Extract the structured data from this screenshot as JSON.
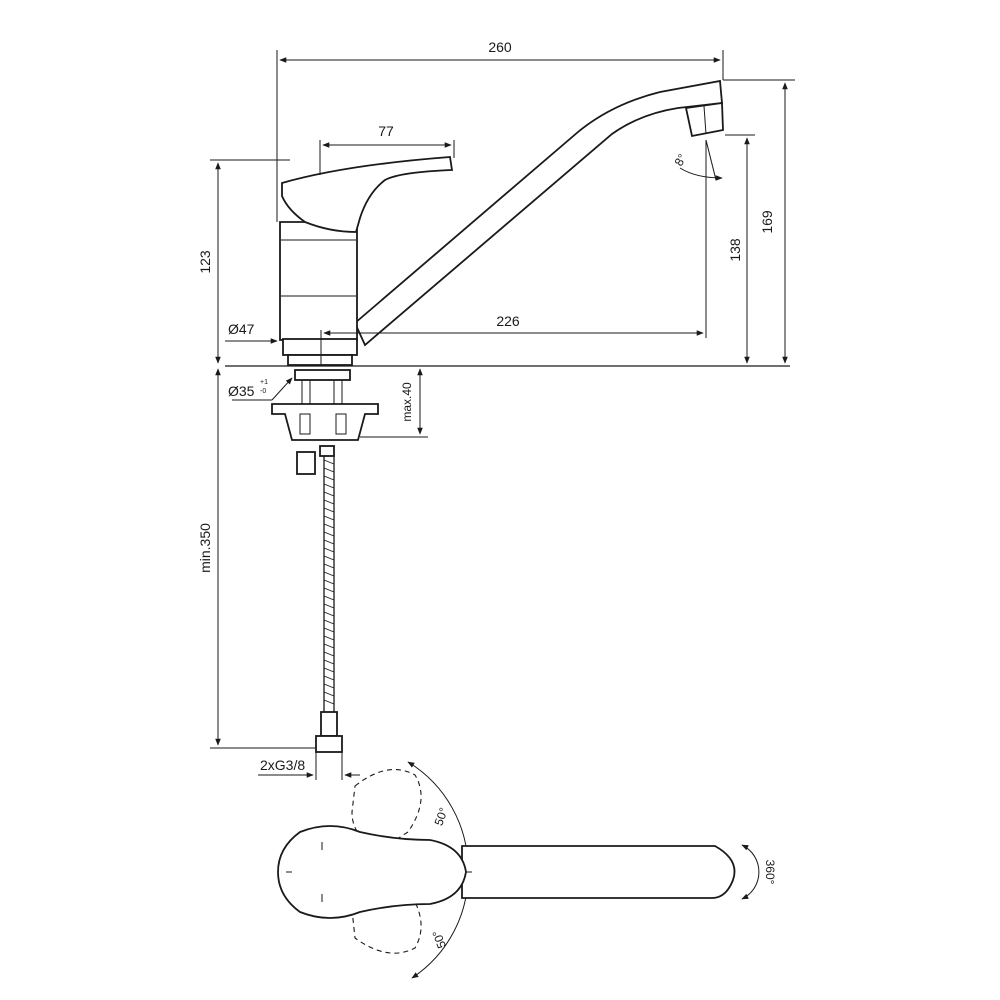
{
  "dimensions": {
    "total_length": "260",
    "lever_length": "77",
    "body_height": "123",
    "outlet_height": "169",
    "spout_height": "138",
    "spout_reach": "226",
    "body_diameter": "Ø47",
    "hole_diameter": "Ø35",
    "hole_tolerance_plus": "+1",
    "hole_tolerance_minus": "-0",
    "max_deck_thickness": "max.40",
    "min_hose_length": "min.350",
    "connection": "2xG3/8",
    "aerator_angle": "8°",
    "lever_angle_upper": "50°",
    "lever_angle_lower": "50°",
    "swivel_angle": "360°"
  }
}
